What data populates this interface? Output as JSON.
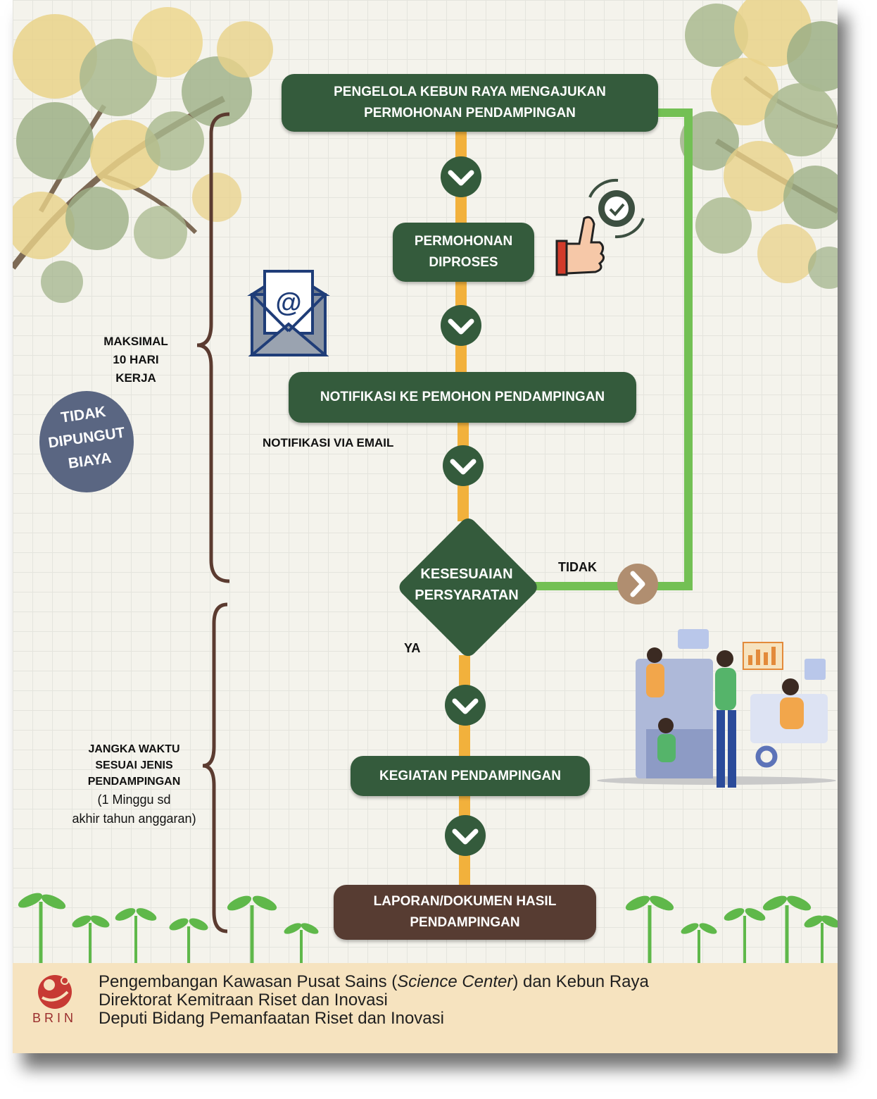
{
  "flow": {
    "step1": [
      "PENGELOLA KEBUN RAYA MENGAJUKAN",
      "PERMOHONAN PENDAMPINGAN"
    ],
    "step2": [
      "PERMOHONAN",
      "DIPROSES"
    ],
    "step3": "NOTIFIKASI KE PEMOHON PENDAMPINGAN",
    "email_note": "NOTIFIKASI VIA EMAIL",
    "decision": [
      "KESESUAIAN",
      "PERSYARATAN"
    ],
    "yes_label": "YA",
    "no_label": "TIDAK",
    "step4": "KEGIATAN PENDAMPINGAN",
    "step5": [
      "LAPORAN/DOKUMEN HASIL",
      "PENDAMPINGAN"
    ]
  },
  "side": {
    "duration1": [
      "MAKSIMAL",
      "10 HARI",
      "KERJA"
    ],
    "badge": [
      "TIDAK",
      "DIPUNGUT",
      "BIAYA"
    ],
    "duration2": [
      "JANGKA WAKTU",
      "SESUAI JENIS",
      "PENDAMPINGAN"
    ],
    "duration2_note": [
      "(1 Minggu sd",
      "akhir tahun anggaran)"
    ]
  },
  "footer": {
    "line1_pre": "Pengembangan Kawasan Pusat Sains (",
    "line1_em": "Science Center",
    "line1_post": ") dan Kebun Raya",
    "line2": "Direktorat Kemitraan Riset dan Inovasi",
    "line3": "Deputi Bidang Pemanfaatan Riset dan Inovasi",
    "logo_text": "BRIN"
  },
  "icons": [
    "check-chevron-icon",
    "chevron-right-icon",
    "email-envelope-icon",
    "thumbs-up-gear-icon",
    "team-meeting-illustration"
  ],
  "colors": {
    "box_green": "#345b3c",
    "box_brown": "#573c32",
    "connector_orange": "#f2b13c",
    "loop_green": "#73c054",
    "badge": "#5a6682",
    "footer_bg": "#f6e3bf",
    "chevron_circle": "#b08e70"
  }
}
